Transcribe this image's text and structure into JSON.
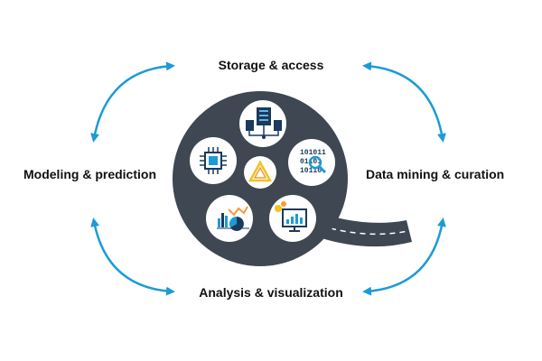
{
  "labels": {
    "top": "Storage & access",
    "right": "Data mining & curation",
    "bottom": "Analysis & visualization",
    "left": "Modeling & prediction"
  },
  "reel": {
    "binary_lines": [
      "101011",
      "01101",
      "10110"
    ]
  },
  "colors": {
    "arrow": "#1b9bd7",
    "reel": "#3e4752",
    "film": "#3e4752",
    "circle_fill": "#ffffff",
    "icon_dark": "#1b3a5c",
    "icon_blue": "#1b9bd7",
    "icon_orange": "#f39c33",
    "icon_yellow": "#f2c21b"
  },
  "icons": [
    "server-rack-icon",
    "binary-magnifier-icon",
    "dashboard-chart-icon",
    "bar-pie-chart-icon",
    "cpu-chip-icon",
    "triangle-logo-icon"
  ]
}
